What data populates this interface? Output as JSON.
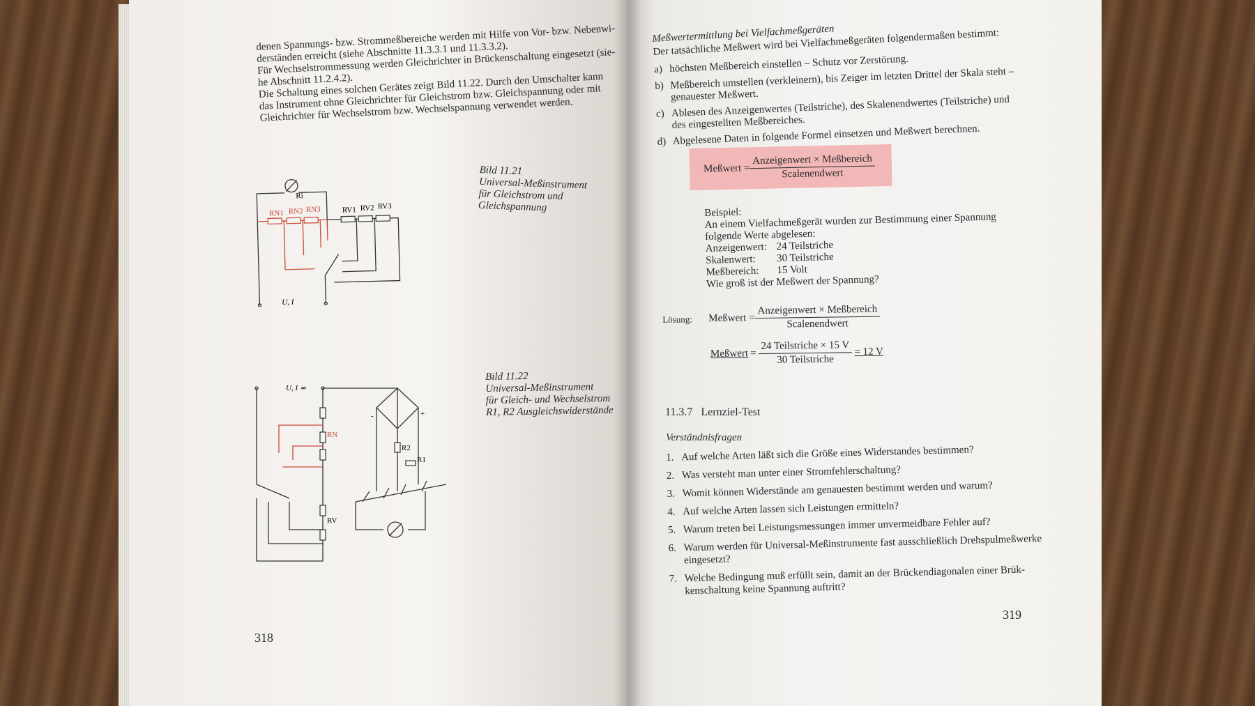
{
  "left_page": {
    "intro_lines": [
      "denen Spannungs- bzw. Strommeßbereiche werden mit Hilfe von Vor- bzw. Nebenwi-",
      "derständen erreicht (siehe Abschnitte 11.3.3.1 und 11.3.3.2).",
      "Für Wechselstrommessung werden Gleichrichter in Brückenschaltung eingesetzt (sie-",
      "he Abschnitt 11.2.4.2).",
      "Die Schaltung eines solchen Gerätes zeigt Bild 11.22. Durch den Umschalter kann",
      "das Instrument ohne Gleichrichter für Gleichstrom bzw. Gleichspannung oder mit",
      "Gleichrichter für Wechselstrom bzw. Wechselspannung verwendet werden."
    ],
    "fig1": {
      "caption": [
        "Bild 11.21",
        "Universal-Meßinstrument",
        "für Gleichstrom und",
        "Gleichspannung"
      ],
      "labels": {
        "ri": "Ri",
        "rn1": "RN1",
        "rn2": "RN2",
        "rn3": "RN3",
        "rv1": "RV1",
        "rv2": "RV2",
        "rv3": "RV3",
        "ui": "U, I"
      }
    },
    "fig2": {
      "caption": [
        "Bild 11.22",
        "Universal-Meßinstrument",
        "für Gleich- und Wechselstrom",
        "R1, R2 Ausgleichswiderstände"
      ],
      "labels": {
        "ui": "U, I ≂",
        "rn": "RN",
        "rv": "RV",
        "r1": "R1",
        "r2": "R2",
        "minus": "-",
        "plus": "+"
      }
    },
    "page_number": "318"
  },
  "right_page": {
    "heading": "Meßwertermittlung bei Vielfachmeßgeräten",
    "intro": "Der tatsächliche Meßwert wird bei Vielfachmeßgeräten folgendermaßen bestimmt:",
    "steps": [
      {
        "marker": "a)",
        "lines": [
          "höchsten Meßbereich einstellen – Schutz vor Zerstörung."
        ]
      },
      {
        "marker": "b)",
        "lines": [
          "Meßbereich umstellen (verkleinern), bis Zeiger im letzten Drittel der Skala steht –",
          "genauester Meßwert."
        ]
      },
      {
        "marker": "c)",
        "lines": [
          "Ablesen des Anzeigenwertes (Teilstriche), des Skalenendwertes (Teilstriche) und",
          "des eingestellten Meßbereiches."
        ]
      },
      {
        "marker": "d)",
        "lines": [
          "Abgelesene Daten in folgende Formel einsetzen und Meßwert berechnen."
        ]
      }
    ],
    "formula": {
      "lhs": "Meßwert =",
      "numerator": "Anzeigenwert × Meßbereich",
      "denominator": "Scalenendwert"
    },
    "example": {
      "title": "Beispiel:",
      "lines": [
        "An einem Vielfachmeßgerät wurden zur Bestimmung einer Spannung",
        "folgende Werte abgelesen:"
      ],
      "values": [
        {
          "label": "Anzeigenwert:",
          "value": "24 Teilstriche"
        },
        {
          "label": "Skalenwert:",
          "value": "30 Teilstriche"
        },
        {
          "label": "Meßbereich:",
          "value": "15 Volt"
        }
      ],
      "question": "Wie groß ist der Meßwert der Spannung?"
    },
    "solution": {
      "label": "Lösung:",
      "lhs1": "Meßwert =",
      "num1": "Anzeigenwert × Meßbereich",
      "den1": "Scalenendwert",
      "lhs2": "Meßwert",
      "eq": "=",
      "num2": "24 Teilstriche × 15 V",
      "den2": "30 Teilstriche",
      "result": "= 12 V"
    },
    "section": {
      "number": "11.3.7",
      "title": "Lernziel-Test"
    },
    "subsection": "Verständnisfragen",
    "questions": [
      {
        "n": "1.",
        "lines": [
          "Auf welche Arten läßt sich die Größe eines Widerstandes bestimmen?"
        ]
      },
      {
        "n": "2.",
        "lines": [
          "Was versteht man unter einer Stromfehlerschaltung?"
        ]
      },
      {
        "n": "3.",
        "lines": [
          "Womit können Widerstände am genauesten bestimmt werden und warum?"
        ]
      },
      {
        "n": "4.",
        "lines": [
          "Auf welche Arten lassen sich Leistungen ermitteln?"
        ]
      },
      {
        "n": "5.",
        "lines": [
          "Warum treten bei Leistungsmessungen immer unvermeidbare Fehler auf?"
        ]
      },
      {
        "n": "6.",
        "lines": [
          "Warum werden für Universal-Meßinstrumente fast ausschließlich Drehspulmeßwerke",
          "eingesetzt?"
        ]
      },
      {
        "n": "7.",
        "lines": [
          "Welche Bedingung muß erfüllt sein, damit an der Brückendiagonalen einer Brük-",
          "kenschaltung keine Spannung auftritt?"
        ]
      }
    ],
    "page_number": "319"
  },
  "colors": {
    "red_accent": "#c94a3a",
    "formula_box": "#f2b7b7"
  }
}
